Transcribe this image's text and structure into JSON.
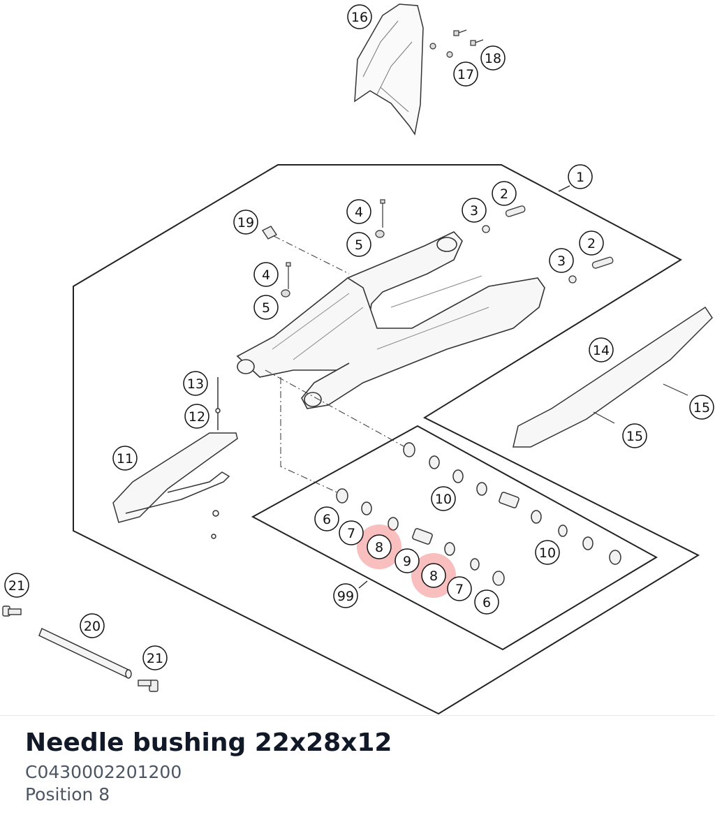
{
  "part": {
    "name": "Needle bushing 22x28x12",
    "code": "C0430002201200",
    "position": "Position 8"
  },
  "colors": {
    "highlight": "#ef4444",
    "line": "#222222",
    "text": "#111827",
    "muted": "#4b5563"
  },
  "callouts": {
    "c16": "16",
    "c17": "17",
    "c18": "18",
    "c1": "1",
    "c2a": "2",
    "c3a": "3",
    "c2b": "2",
    "c3b": "3",
    "c4a": "4",
    "c5a": "5",
    "c4b": "4",
    "c5b": "5",
    "c19": "19",
    "c14": "14",
    "c15a": "15",
    "c15b": "15",
    "c13": "13",
    "c12": "12",
    "c11": "11",
    "c10a": "10",
    "c10b": "10",
    "c6a": "6",
    "c7a": "7",
    "c8a": "8",
    "c9": "9",
    "c8b": "8",
    "c7b": "7",
    "c6b": "6",
    "c99": "99",
    "c21a": "21",
    "c20": "20",
    "c21b": "21"
  }
}
